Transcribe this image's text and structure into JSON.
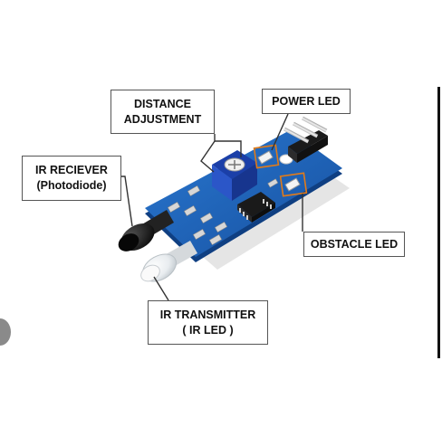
{
  "labels": {
    "distance": [
      "DISTANCE",
      "ADJUSTMENT"
    ],
    "power": [
      "POWER LED"
    ],
    "receiver": [
      "IR RECIEVER",
      "(Photodiode)"
    ],
    "obstacle": [
      "OBSTACLE LED"
    ],
    "transmitter": [
      "IR TRANSMITTER",
      "( IR LED )"
    ]
  },
  "colors": {
    "pcb": "#1a5fb4",
    "pcb_dark": "#0f3f82",
    "highlight": "#e07b1a",
    "label_border": "#555555"
  }
}
